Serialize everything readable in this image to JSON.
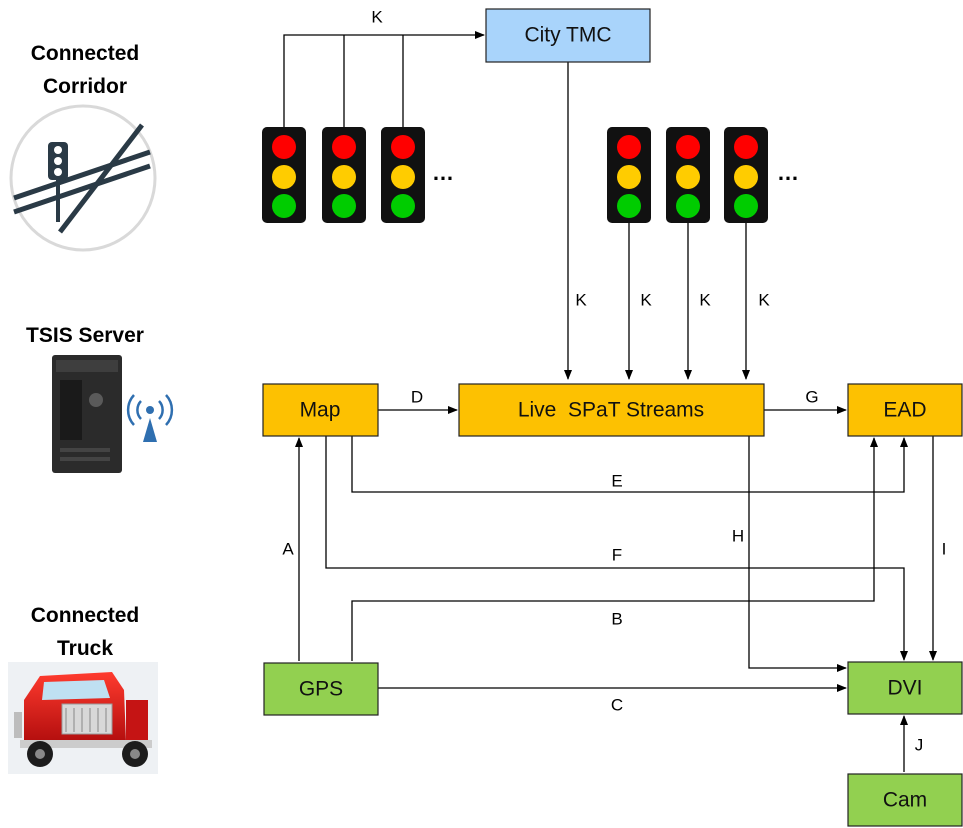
{
  "side_labels": {
    "corridor_line1": "Connected",
    "corridor_line2": "Corridor",
    "server": "TSIS Server",
    "truck_line1": "Connected",
    "truck_line2": "Truck"
  },
  "nodes": {
    "city_tmc": "City TMC",
    "map": "Map",
    "spat": "Live  SPaT Streams",
    "ead": "EAD",
    "gps": "GPS",
    "dvi": "DVI",
    "cam": "Cam"
  },
  "edge_labels": {
    "A": "A",
    "B": "B",
    "C": "C",
    "D": "D",
    "E": "E",
    "F": "F",
    "G": "G",
    "H": "H",
    "I": "I",
    "J": "J",
    "K": "K"
  },
  "ellipsis": "…",
  "colors": {
    "tmc_fill": "#a9d4fb",
    "server_box_fill": "#fdc101",
    "vehicle_box_fill": "#92d050",
    "signal_red": "#ff0000",
    "signal_yellow": "#ffcc00",
    "signal_green": "#00cc00",
    "signal_housing": "#111111"
  },
  "icons": {
    "corridor": "traffic-corridor-icon",
    "server": "server-tower-icon",
    "wireless": "wireless-antenna-icon",
    "truck": "red-semi-truck-icon",
    "signal": "traffic-signal-icon"
  }
}
